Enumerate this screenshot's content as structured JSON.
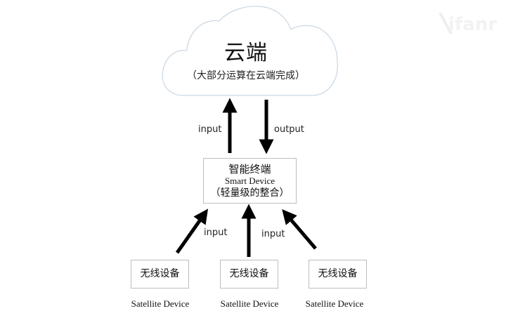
{
  "watermark": {
    "text": "ifanr"
  },
  "cloud": {
    "title": "云端",
    "subtitle": "（大部分运算在云端完成）"
  },
  "arrows_top": {
    "up_label": "input",
    "down_label": "output"
  },
  "smart_device": {
    "title_cn": "智能终端",
    "title_en": "Smart Device",
    "subtitle": "（轻量级的整合）"
  },
  "arrows_bottom": {
    "left_label": "input",
    "right_label": "input"
  },
  "satellites": [
    {
      "label_cn": "无线设备",
      "label_en": "Satellite Device"
    },
    {
      "label_cn": "无线设备",
      "label_en": "Satellite Device"
    },
    {
      "label_cn": "无线设备",
      "label_en": "Satellite Device"
    }
  ],
  "colors": {
    "cloud_stroke": "#c9d6e3",
    "box_border": "#bdbdbd",
    "arrow": "#000000"
  }
}
